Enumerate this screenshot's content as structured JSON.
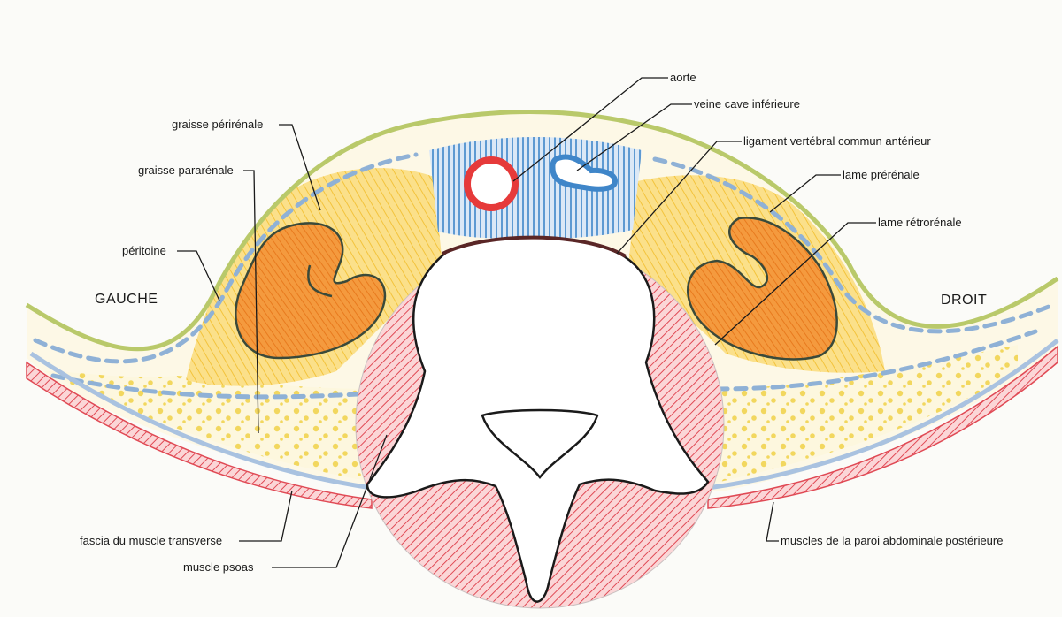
{
  "labels": {
    "aorte": "aorte",
    "veine_cave": "veine cave inférieure",
    "ligament": "ligament vertébral commun antérieur",
    "lame_prerenale": "lame prérénale",
    "lame_retrorenale": "lame rétrorénale",
    "graisse_perirenale": "graisse périrénale",
    "graisse_pararenale": "graisse pararénale",
    "peritoine": "péritoine",
    "fascia": "fascia du muscle transverse",
    "psoas": "muscle psoas",
    "muscles_paroi": "muscles de la paroi abdominale postérieure"
  },
  "sides": {
    "left": "GAUCHE",
    "right": "DROIT"
  },
  "colors": {
    "peritoneum": "#b9c96a",
    "fascia_dashes": "#8fb1d6",
    "perirenal_fat": "#f6cf52",
    "kidney": "#f08a2a",
    "kidney_outline": "#3b4a3a",
    "pararenal_dots": "#f2dc74",
    "muscle": "#e8505a",
    "muscle_fill": "#f7c7c9",
    "aorta": "#e63a3a",
    "vessel_blue": "#3f86c9",
    "vertebra_outline": "#1a1a1a"
  }
}
